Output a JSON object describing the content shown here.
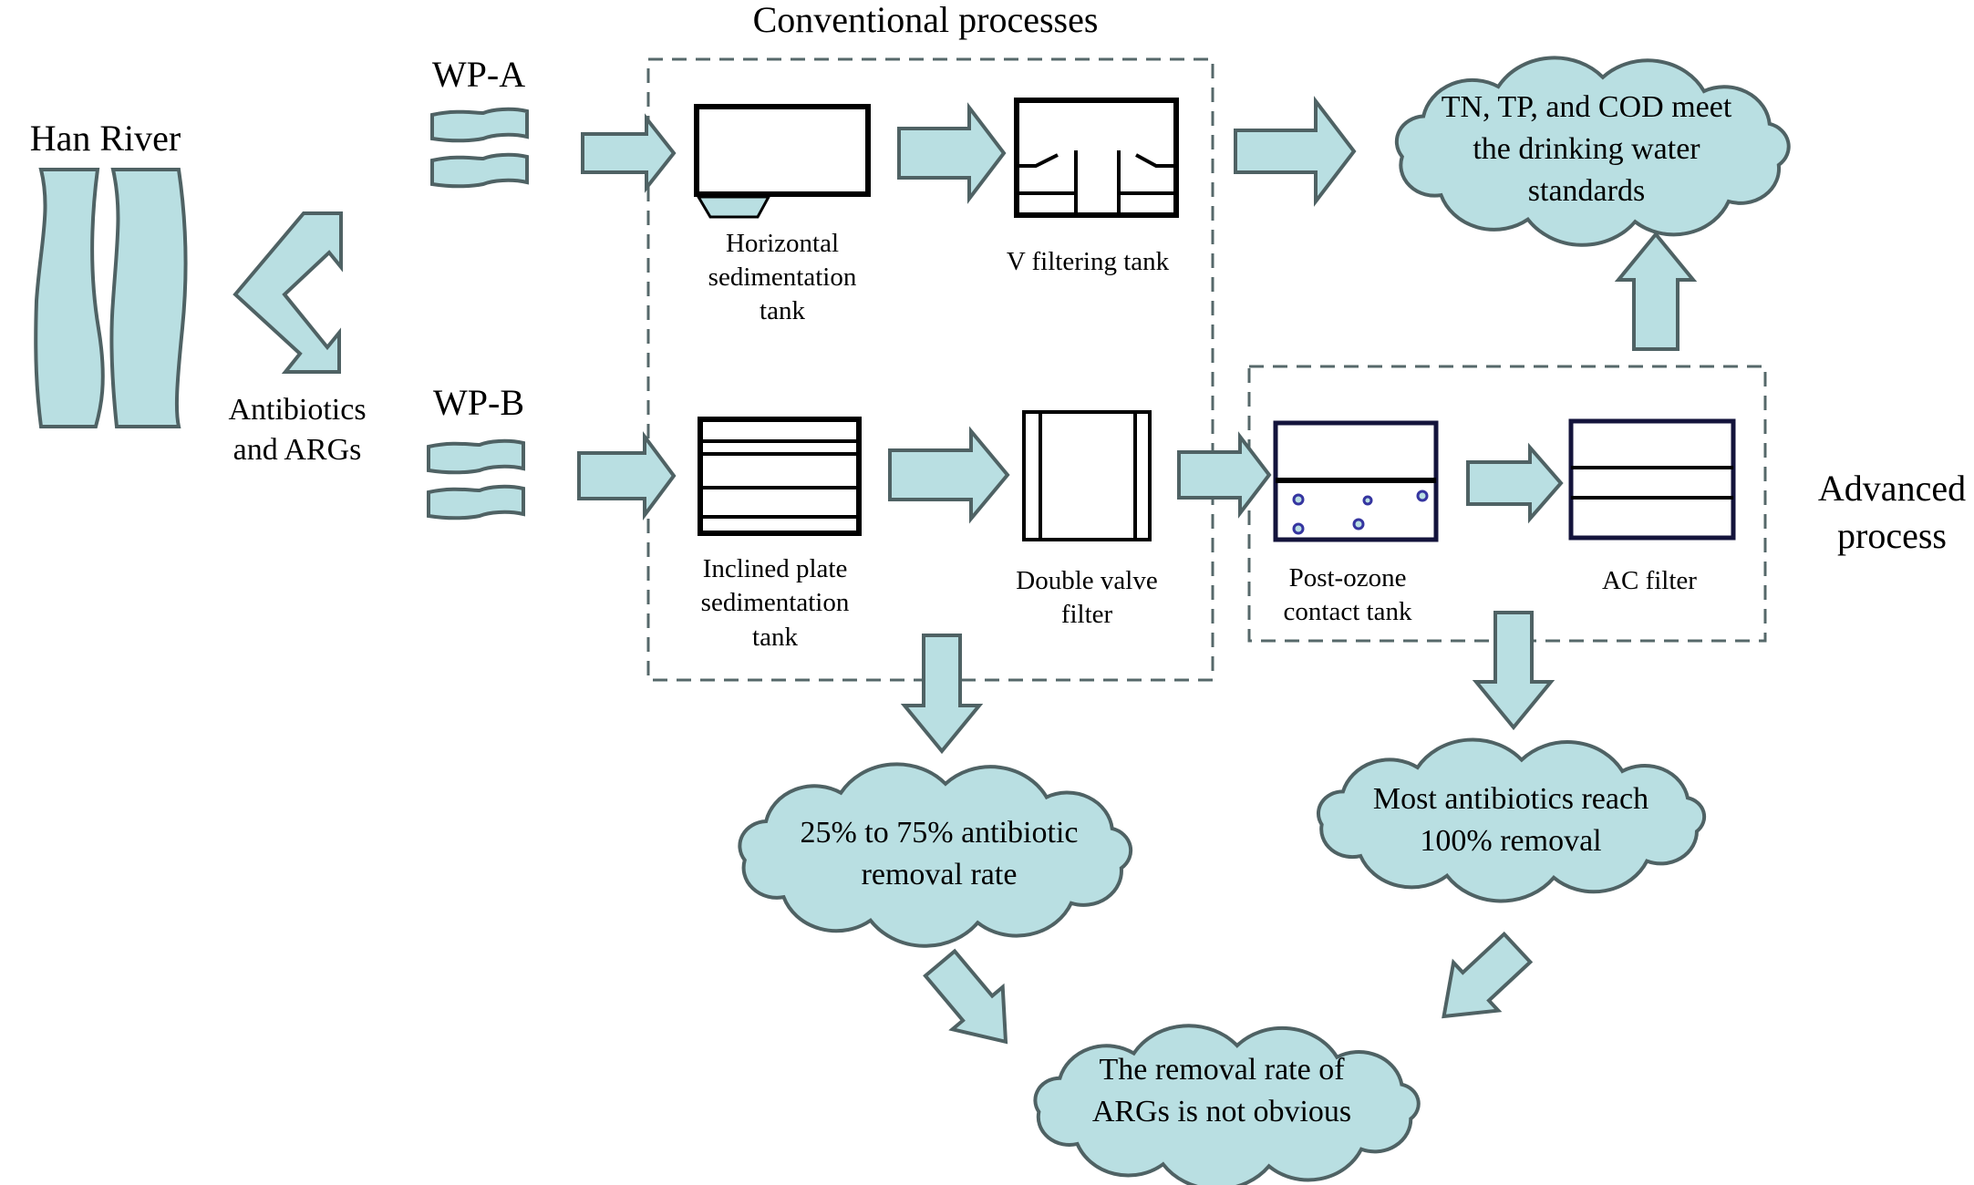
{
  "source": {
    "label": "Han River"
  },
  "transfer_label": {
    "line1": "Antibiotics",
    "line2": "and ARGs"
  },
  "plants": [
    {
      "id": "wp-a",
      "label": "WP-A"
    },
    {
      "id": "wp-b",
      "label": "WP-B"
    }
  ],
  "conventional": {
    "title": "Conventional processes",
    "units": [
      {
        "id": "horizontal-sedimentation-tank",
        "lines": [
          "Horizontal",
          "sedimentation",
          "tank"
        ]
      },
      {
        "id": "v-filtering-tank",
        "lines": [
          "V filtering tank"
        ]
      },
      {
        "id": "inclined-plate-sedimentation-tank",
        "lines": [
          "Inclined plate",
          "sedimentation",
          "tank"
        ]
      },
      {
        "id": "double-valve-filter",
        "lines": [
          "Double valve",
          "filter"
        ]
      }
    ]
  },
  "advanced": {
    "title_lines": [
      "Advanced",
      "process"
    ],
    "units": [
      {
        "id": "post-ozone-contact-tank",
        "lines": [
          "Post-ozone",
          "contact tank"
        ]
      },
      {
        "id": "ac-filter",
        "lines": [
          "AC filter"
        ]
      }
    ]
  },
  "outcomes": {
    "standards": [
      "TN, TP, and COD meet",
      "the drinking water",
      "standards"
    ],
    "conventional_removal": [
      "25% to 75% antibiotic",
      "removal rate"
    ],
    "advanced_removal": [
      "Most antibiotics reach",
      "100% removal"
    ],
    "args_removal": [
      "The removal rate of",
      "ARGs is not obvious"
    ]
  },
  "colors": {
    "fill": "#B9DFE2",
    "stroke": "#4F6264",
    "bubble": "#3535A0",
    "advanced_tank": "#14143C"
  }
}
